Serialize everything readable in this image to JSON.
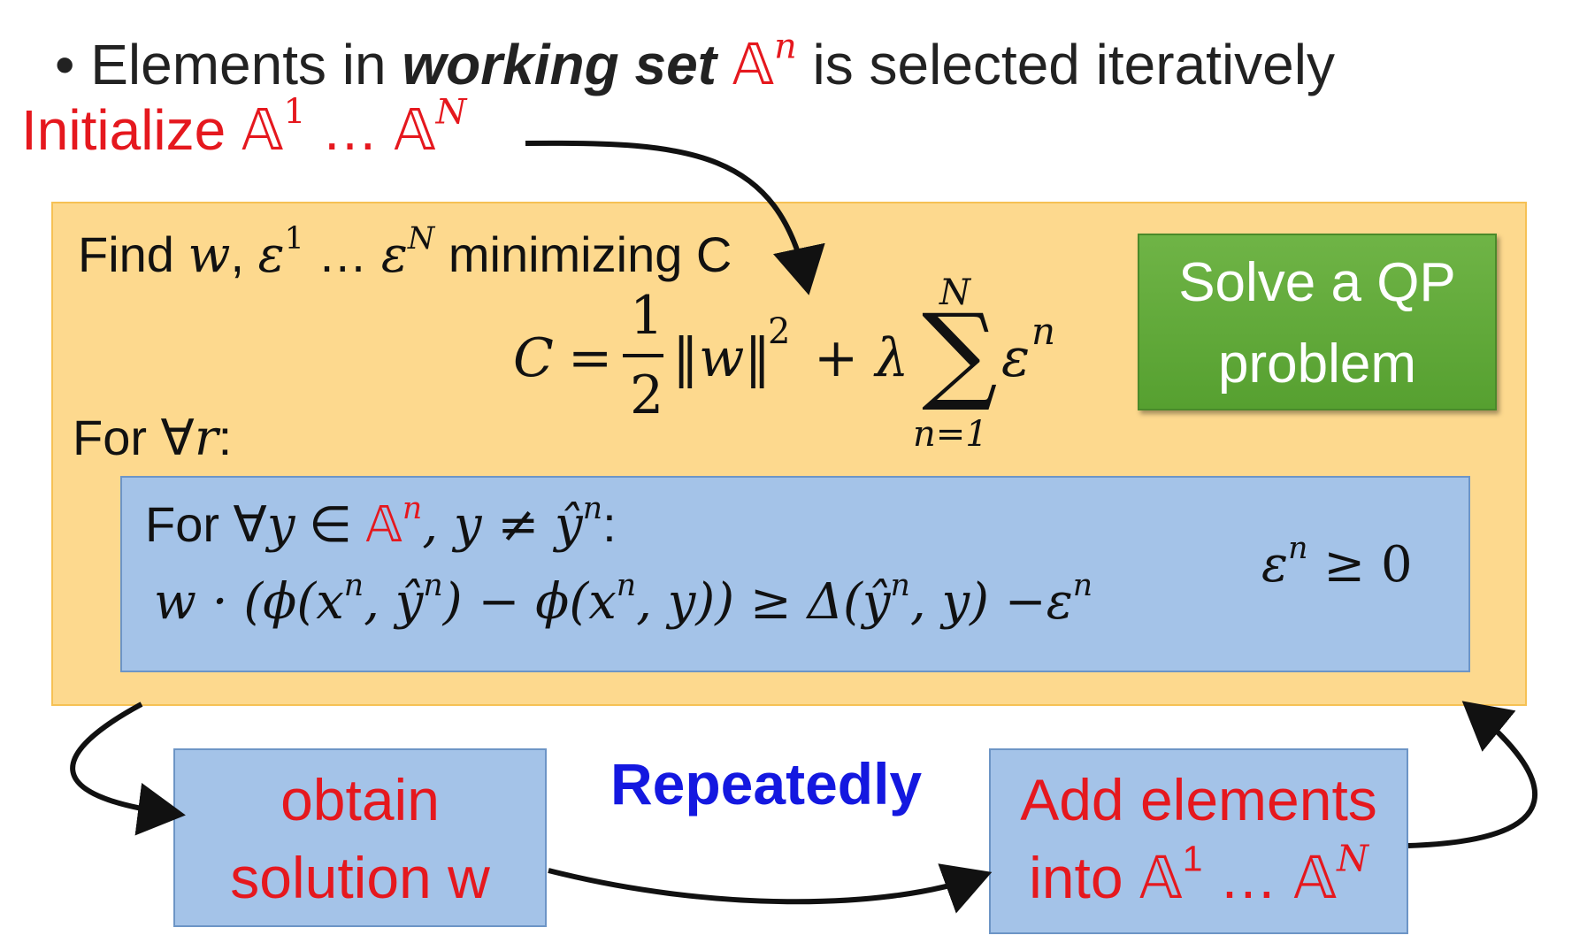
{
  "title": {
    "bullet": "•",
    "prefix": "Elements in ",
    "emphasis": "working set",
    "set_symbol": "𝔸",
    "set_sup": "n",
    "suffix": "is selected iteratively"
  },
  "init": {
    "label": "Initialize",
    "set_symbol": "𝔸",
    "first_sup": "1",
    "ellipsis": "…",
    "last_sup": "N"
  },
  "find": {
    "prefix": "Find",
    "w": "w",
    "comma": ",",
    "eps": "ε",
    "first_sup": "1",
    "ellipsis": "…",
    "last_sup": "N",
    "suffix": "minimizing C"
  },
  "cost": {
    "lhs": "C",
    "equals": "=",
    "numerator": "1",
    "denominator": "2",
    "norm": "‖w‖",
    "norm_sup": "2",
    "plus_lambda": "+ λ",
    "sum": "∑",
    "sum_top": "N",
    "sum_bottom": "n=1",
    "term": "ε",
    "term_sup": "n"
  },
  "forall_r": {
    "prefix": "For ∀",
    "var": "r",
    "colon": ":"
  },
  "qp_box": {
    "line1": "Solve a QP",
    "line2": "problem"
  },
  "forall_y": {
    "prefix": "For ∀",
    "var": "y",
    "in": " ∈ ",
    "set_symbol": "𝔸",
    "set_sup": "n",
    "rest": ", y ≠ ŷ",
    "rest_sup": "n",
    "colon": ":"
  },
  "constraint": {
    "text": "w · (ϕ(x",
    "sup1": "n",
    "t2": ", ŷ",
    "sup2": "n",
    "t3": ") − ϕ(x",
    "sup3": "n",
    "t4": ", y)) ≥ Δ(ŷ",
    "sup4": "n",
    "t5": ", y) −ε",
    "sup5": "n"
  },
  "eps_nonneg": {
    "eps": "ε",
    "sup": "n",
    "rest": " ≥ 0"
  },
  "obtain_box": {
    "line1": "obtain",
    "line2": "solution w"
  },
  "repeat_label": "Repeatedly",
  "add_box": {
    "line1": "Add elements",
    "line2_prefix": "into ",
    "set_symbol": "𝔸",
    "first_sup": "1",
    "ellipsis": " … ",
    "last_sup": "N"
  },
  "colors": {
    "main_box_fill": "#fdd98e",
    "blue_box_fill": "#a4c3e8",
    "qp_box_fill": "#5fa838",
    "highlight_red": "#e5181e",
    "repeat_blue": "#1418e0"
  }
}
